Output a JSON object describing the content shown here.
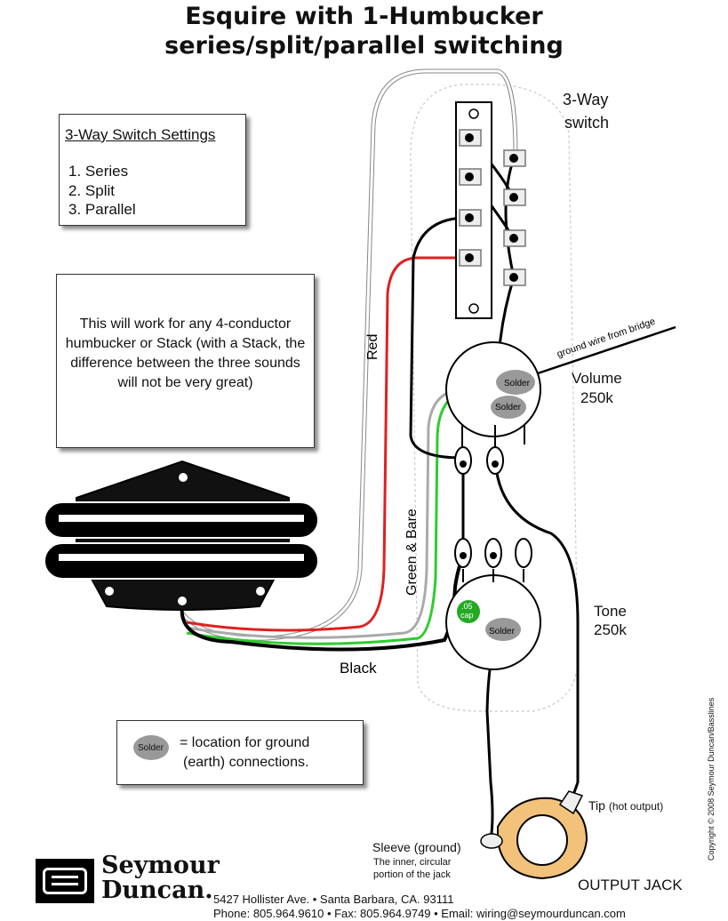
{
  "header": {
    "title_line1": "Esquire with 1-Humbucker",
    "title_line2": "series/split/parallel switching"
  },
  "settings_box": {
    "heading": "3-Way Switch Settings",
    "items": [
      "1. Series",
      "2. Split",
      "3. Parallel"
    ]
  },
  "note_box": {
    "text": "This will work for any 4-conductor humbucker or Stack (with a Stack, the difference between the three sounds will not be very great)"
  },
  "legend_box": {
    "solder_mark": "Solder",
    "text_line1": "= location for ground",
    "text_line2": "(earth) connections."
  },
  "components": {
    "switch_label_1": "3-Way",
    "switch_label_2": "switch",
    "volume_label": "Volume",
    "volume_value": "250k",
    "tone_label": "Tone",
    "tone_value": "250k",
    "volume_solder_1": "Solder",
    "volume_solder_2": "Solder",
    "tone_solder": "Solder",
    "cap_value": ".05",
    "cap_unit": "cap",
    "output_jack": "OUTPUT JACK"
  },
  "wires": {
    "red": "Red",
    "green_bare": "Green & Bare",
    "black": "Black",
    "ground_wire": "ground wire from bridge",
    "tip": "Tip",
    "tip_note": "(hot output)",
    "sleeve": "Sleeve (ground)",
    "sleeve_note_1": "The inner, circular",
    "sleeve_note_2": "portion of the jack"
  },
  "footer": {
    "brand_1": "Seymour",
    "brand_2": "Duncan.",
    "address": "5427 Hollister Ave.  •  Santa Barbara, CA. 93111",
    "contact": "Phone: 805.964.9610  •  Fax: 805.964.9749  •  Email: wiring@seymourduncan.com",
    "copyright": "Copyright © 2008 Seymour Duncan/Basslines"
  },
  "colors": {
    "red_wire": "#e02020",
    "green_wire": "#2ecc2e",
    "bare_wire": "#aaaaaa",
    "white_wire": "#dddddd",
    "black_wire": "#000000",
    "cap": "#22aa22",
    "solder": "#999999"
  }
}
